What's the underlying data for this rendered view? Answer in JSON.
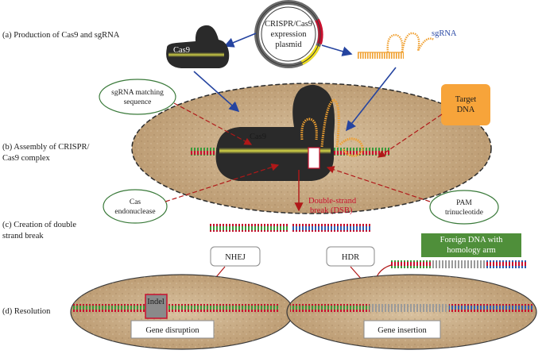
{
  "steps": {
    "a": "(a) Production of Cas9 and sgRNA",
    "b_line1": "(b) Assembly of CRISPR/",
    "b_line2": "Cas9 complex",
    "c_line1": "(c) Creation of double",
    "c_line2": "strand break",
    "d": "(d) Resolution"
  },
  "plasmid": {
    "line1": "CRISPR/Cas9",
    "line2": "expression",
    "line3": "plasmid"
  },
  "labels": {
    "cas9_top": "Cas9",
    "sgrna_top": "sgRNA",
    "cas9_complex": "Cas9",
    "sgrna_matching_1": "sgRNA matching",
    "sgrna_matching_2": "sequence",
    "target_dna_1": "Target",
    "target_dna_2": "DNA",
    "cas_endo_1": "Cas",
    "cas_endo_2": "endonuclease",
    "dsb_1": "Double-strand",
    "dsb_2": "break (DSB)",
    "pam_1": "PAM",
    "pam_2": "trinucleotide",
    "nhej": "NHEJ",
    "hdr": "HDR",
    "foreign_1": "Foreign DNA with",
    "foreign_2": "homology arm",
    "indel": "Indel",
    "gene_disruption": "Gene disruption",
    "gene_insertion": "Gene insertion"
  },
  "colors": {
    "cell": "#c9ad8a",
    "cas9_body": "#2a2a2a",
    "sgrna": "#f0a030",
    "target_box": "#f7a43a",
    "foreign_box": "#4f8f3a",
    "arrow_blue": "#2544a0",
    "arrow_red": "#b01818",
    "dna_red": "#c8102e",
    "dna_green": "#3a9a3a"
  }
}
